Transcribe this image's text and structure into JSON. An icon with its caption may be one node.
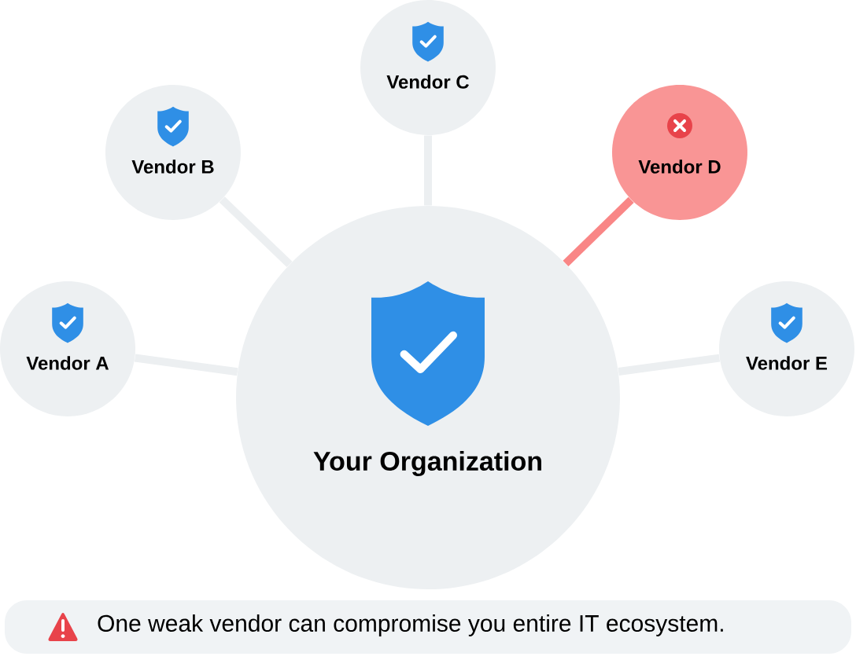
{
  "diagram": {
    "nodes": [
      {
        "text": [
          "Your Organization"
        ]
      },
      {
        "text": [
          "Vendor A"
        ]
      },
      {
        "text": [
          "Vendor B"
        ]
      },
      {
        "text": [
          "Vendor C"
        ]
      },
      {
        "text": [
          "Vendor D"
        ]
      },
      {
        "text": [
          "Vendor E"
        ]
      },
      {
        "text": [
          "One weak vendor can compromise you entire IT ecosystem."
        ]
      }
    ],
    "edges": [
      {
        "from": 0,
        "to": 1,
        "arrow": "none"
      },
      {
        "from": 0,
        "to": 2,
        "arrow": "none"
      },
      {
        "from": 0,
        "to": 3,
        "arrow": "none"
      },
      {
        "from": 0,
        "to": 4,
        "arrow": "none",
        "color": "#f98686"
      },
      {
        "from": 0,
        "to": 5,
        "arrow": "none"
      }
    ]
  }
}
